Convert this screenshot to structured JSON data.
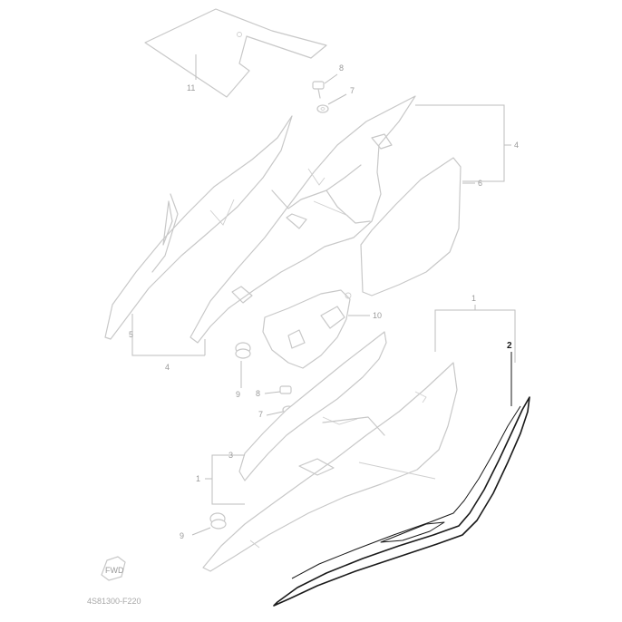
{
  "diagram_code": "4S81300-F220",
  "fwd_label": "FWD",
  "callouts": {
    "part_11": "11",
    "part_8_top": "8",
    "part_7_top": "7",
    "part_4_right": "4",
    "part_6": "6",
    "part_5": "5",
    "part_4_left": "4",
    "part_10": "10",
    "part_9_mid": "9",
    "part_8_mid": "8",
    "part_7_mid": "7",
    "part_1_top": "1",
    "part_2": "2",
    "part_3": "3",
    "part_1_left": "1",
    "part_9_bottom": "9"
  },
  "highlighted_part": "2",
  "colors": {
    "ghost": "#c8c8c8",
    "highlight": "#1a1a1a",
    "background": "#ffffff"
  }
}
